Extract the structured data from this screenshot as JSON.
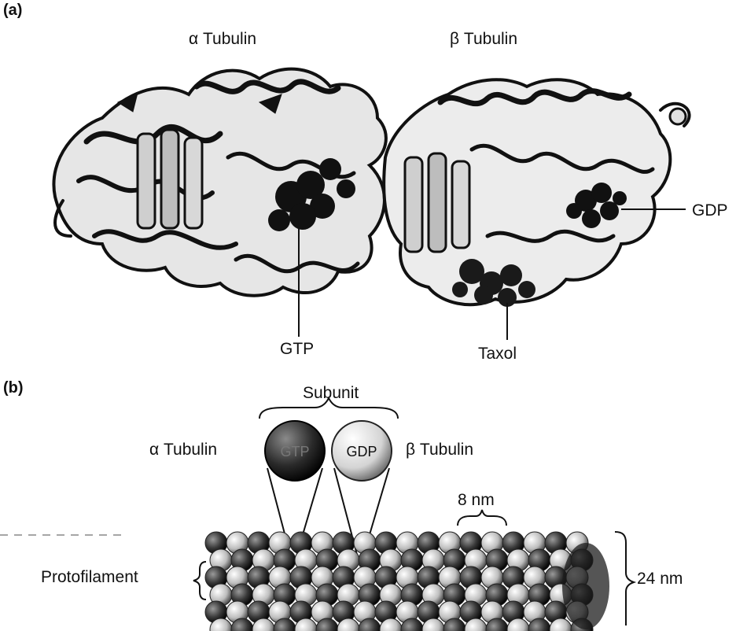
{
  "panel_a": {
    "panel_label": "(a)",
    "alpha_label": "α Tubulin",
    "beta_label": "β Tubulin",
    "gtp_label": "GTP",
    "gdp_label": "GDP",
    "taxol_label": "Taxol"
  },
  "panel_b": {
    "panel_label": "(b)",
    "subunit_label": "Subunit",
    "alpha_label": "α Tubulin",
    "beta_label": "β Tubulin",
    "alpha_sphere_text": "GTP",
    "beta_sphere_text": "GDP",
    "spacing_label": "8 nm",
    "protofilament_label": "Protofilament",
    "diameter_label": "24 nm"
  },
  "colors": {
    "ink": "#111111",
    "alpha_sphere": "#2a2a2a",
    "beta_sphere": "#d9d9d9"
  }
}
